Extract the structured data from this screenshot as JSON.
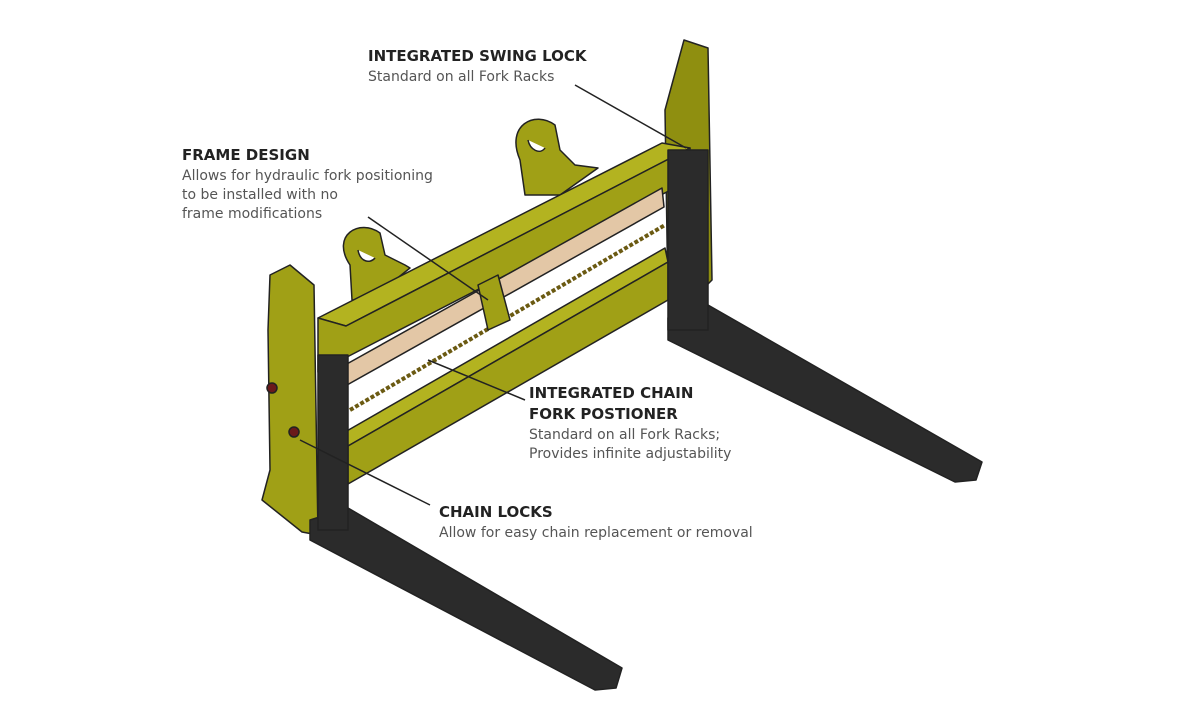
{
  "callouts": {
    "swing_lock": {
      "title": "INTEGRATED SWING LOCK",
      "desc": "Standard on all Fork Racks"
    },
    "frame_design": {
      "title": "FRAME DESIGN",
      "desc": "Allows for hydraulic fork positioning\nto be installed with no\nframe modifications"
    },
    "chain_positioner": {
      "title": "INTEGRATED CHAIN\nFORK POSTIONER",
      "desc": "Standard on all Fork Racks;\nProvides infinite adjustability"
    },
    "chain_locks": {
      "title": "CHAIN LOCKS",
      "desc": "Allow for easy chain replacement or removal"
    }
  },
  "colors": {
    "frame": "#a0a016",
    "frame_dark": "#7d7d0c",
    "fork": "#2b2b2b",
    "tube": "#e3c7a6",
    "leader": "#222222"
  }
}
